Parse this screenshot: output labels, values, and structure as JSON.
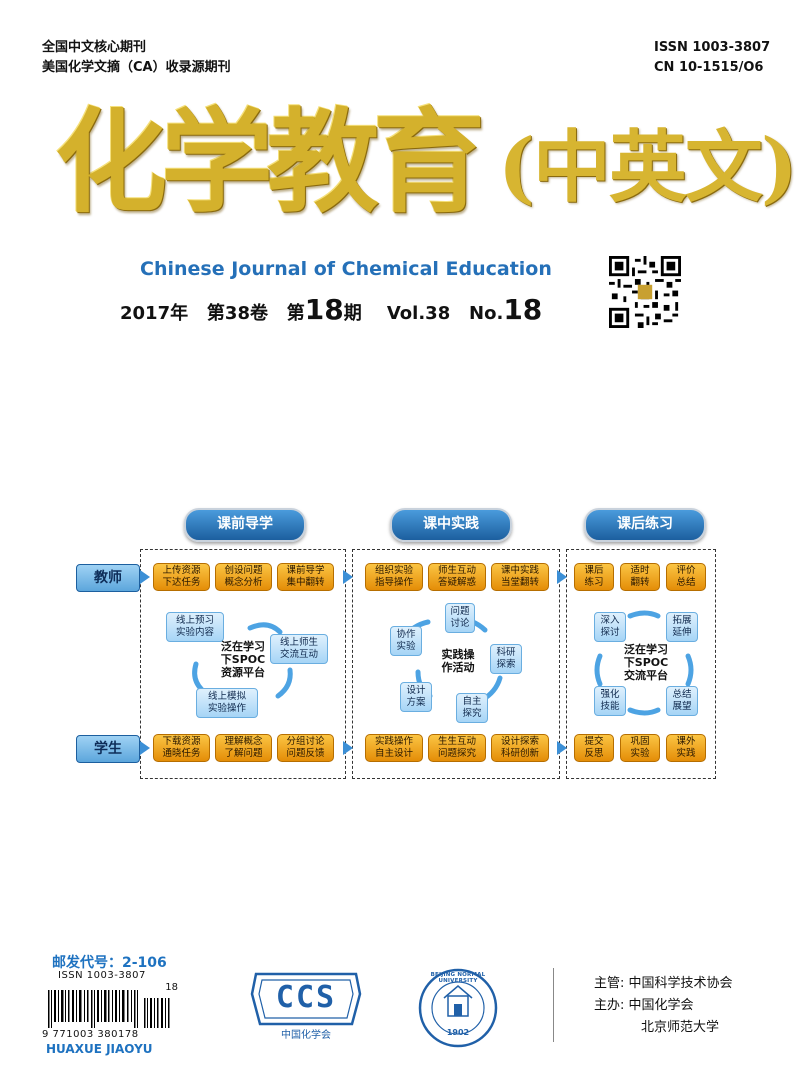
{
  "header": {
    "left_line1": "全国中文核心期刊",
    "left_line2": "美国化学文摘（CA）收录源期刊",
    "issn": "ISSN 1003-3807",
    "cn": "CN 10-1515/O6"
  },
  "masthead": {
    "title_cn": "化学教育",
    "title_paren": "(中英文)",
    "title_en": "Chinese Journal of Chemical Education"
  },
  "issue": {
    "year": "2017",
    "year_unit": "年",
    "vol_pre": "第",
    "vol_num": "38",
    "vol_unit": "卷",
    "no_pre": "第",
    "no_num": "18",
    "no_unit": "期",
    "vol_en": "Vol.38",
    "no_en_label": "No.",
    "no_en_num": "18"
  },
  "diagram": {
    "stages": [
      "课前导学",
      "课中实践",
      "课后练习"
    ],
    "roles": {
      "teacher": "教师",
      "student": "学生"
    },
    "pre": {
      "teacher": [
        "上传资源\n下达任务",
        "创设问题\n概念分析",
        "课前导学\n集中翻转"
      ],
      "student": [
        "下载资源\n通晓任务",
        "理解概念\n了解问题",
        "分组讨论\n问题反馈"
      ],
      "cycle": [
        "线上预习\n实验内容",
        "线上师生\n交流互动",
        "线上模拟\n实验操作"
      ],
      "center": "泛在学习\n下SPOC\n资源平台"
    },
    "mid": {
      "teacher": [
        "组织实验\n指导操作",
        "师生互动\n答疑解惑",
        "课中实践\n当堂翻转"
      ],
      "student": [
        "实践操作\n自主设计",
        "生生互动\n问题探究",
        "设计探索\n科研创新"
      ],
      "cycle": [
        "问题\n讨论",
        "科研\n探索",
        "自主\n探究",
        "设计\n方案",
        "协作\n实验"
      ],
      "center": "实践操\n作活动"
    },
    "post": {
      "teacher": [
        "课后\n练习",
        "适时\n翻转",
        "评价\n总结"
      ],
      "student": [
        "提交\n反思",
        "巩固\n实验",
        "课外\n实践"
      ],
      "cycle": [
        "深入\n探讨",
        "拓展\n延伸",
        "总结\n展望",
        "强化\n技能"
      ],
      "center": "泛在学习\n下SPOC\n交流平台"
    }
  },
  "footer": {
    "postal_code": "邮发代号：2-106",
    "barcode_issn": "ISSN 1003-3807",
    "barcode_digits": "9 771003 380178",
    "barcode_addon": "18",
    "pinyin": "HUAXUE JIAOYU",
    "ccs_logo": "CCS",
    "ccs_name": "中国化学会",
    "bnu_ring": "BEIJING NORMAL UNIVERSITY",
    "bnu_year": "1902",
    "supervisor_label": "主管:",
    "supervisor": "中国科学技术协会",
    "sponsor_label": "主办:",
    "sponsor1": "中国化学会",
    "sponsor2": "北京师范大学"
  },
  "colors": {
    "gold": "#d4b12c",
    "blue": "#2570b8",
    "orange": "#f0a020",
    "cyan": "#3b8fd6"
  },
  "icons": [
    "qr-code-icon",
    "arrow-right-icon",
    "cycle-arrow-icon",
    "barcode-icon",
    "ccs-logo-icon",
    "bnu-seal-icon"
  ]
}
